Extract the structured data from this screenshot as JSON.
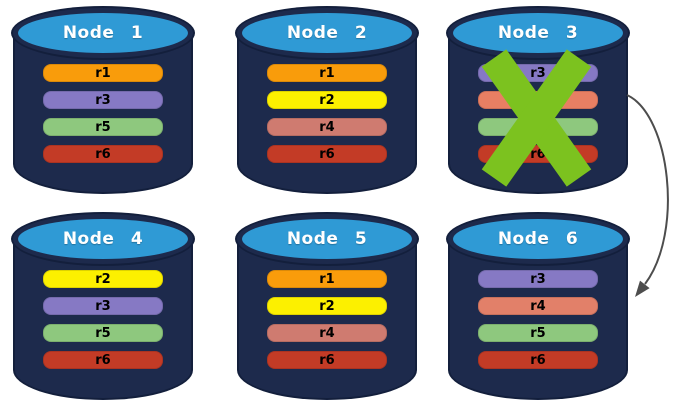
{
  "colors": {
    "cylinder_body": "#1D2A4C",
    "cylinder_outline": "#131F3C",
    "cylinder_top": "#2F9AD5",
    "node_title_text": "#FFFFFF",
    "replica_text": "#000000",
    "failure_x": "#7CC21F",
    "arrow": "#4D4D4D"
  },
  "nodes": [
    {
      "label": "Node 1",
      "failed": false,
      "replicas": [
        {
          "label": "r1",
          "color": "#F99C0B"
        },
        {
          "label": "r3",
          "color": "#8679C4"
        },
        {
          "label": "r5",
          "color": "#8EC87E"
        },
        {
          "label": "r6",
          "color": "#C33B26"
        }
      ]
    },
    {
      "label": "Node 2",
      "failed": false,
      "replicas": [
        {
          "label": "r1",
          "color": "#F99C0B"
        },
        {
          "label": "r2",
          "color": "#FCF000"
        },
        {
          "label": "r4",
          "color": "#CF7B70"
        },
        {
          "label": "r6",
          "color": "#C33B26"
        }
      ]
    },
    {
      "label": "Node 3",
      "failed": true,
      "replicas": [
        {
          "label": "r3",
          "color": "#8679C4"
        },
        {
          "label": "r4",
          "color": "#E87F63"
        },
        {
          "label": "r5",
          "color": "#8EC87E"
        },
        {
          "label": "r6",
          "color": "#C33B26"
        }
      ]
    },
    {
      "label": "Node 4",
      "failed": false,
      "replicas": [
        {
          "label": "r2",
          "color": "#FCF000"
        },
        {
          "label": "r3",
          "color": "#8679C4"
        },
        {
          "label": "r5",
          "color": "#8EC87E"
        },
        {
          "label": "r6",
          "color": "#C33B26"
        }
      ]
    },
    {
      "label": "Node 5",
      "failed": false,
      "replicas": [
        {
          "label": "r1",
          "color": "#F99C0B"
        },
        {
          "label": "r2",
          "color": "#FCF000"
        },
        {
          "label": "r4",
          "color": "#CF7B70"
        },
        {
          "label": "r6",
          "color": "#C33B26"
        }
      ]
    },
    {
      "label": "Node 6",
      "failed": false,
      "replicas": [
        {
          "label": "r3",
          "color": "#8679C4"
        },
        {
          "label": "r4",
          "color": "#E28069"
        },
        {
          "label": "r5",
          "color": "#8EC87E"
        },
        {
          "label": "r6",
          "color": "#C33B26"
        }
      ]
    }
  ],
  "arrow": {
    "from": "Node 3",
    "to": "Node 6"
  }
}
